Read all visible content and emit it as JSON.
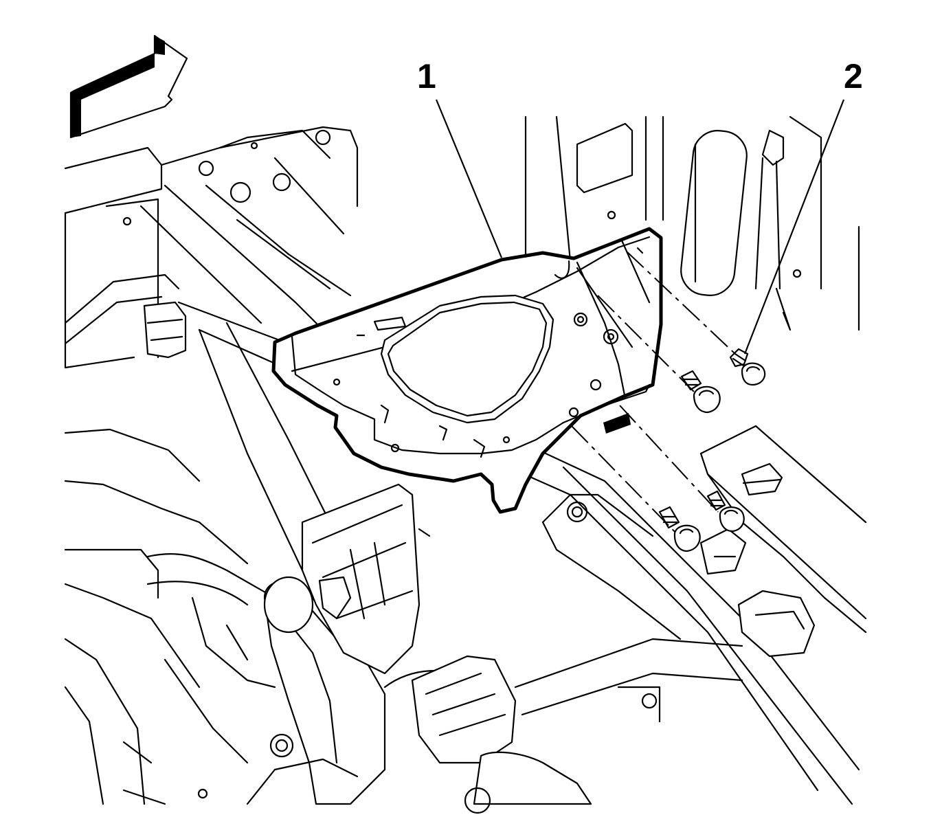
{
  "callouts": [
    {
      "label": "1",
      "part": "bracket"
    },
    {
      "label": "2",
      "part": "bolt"
    }
  ]
}
